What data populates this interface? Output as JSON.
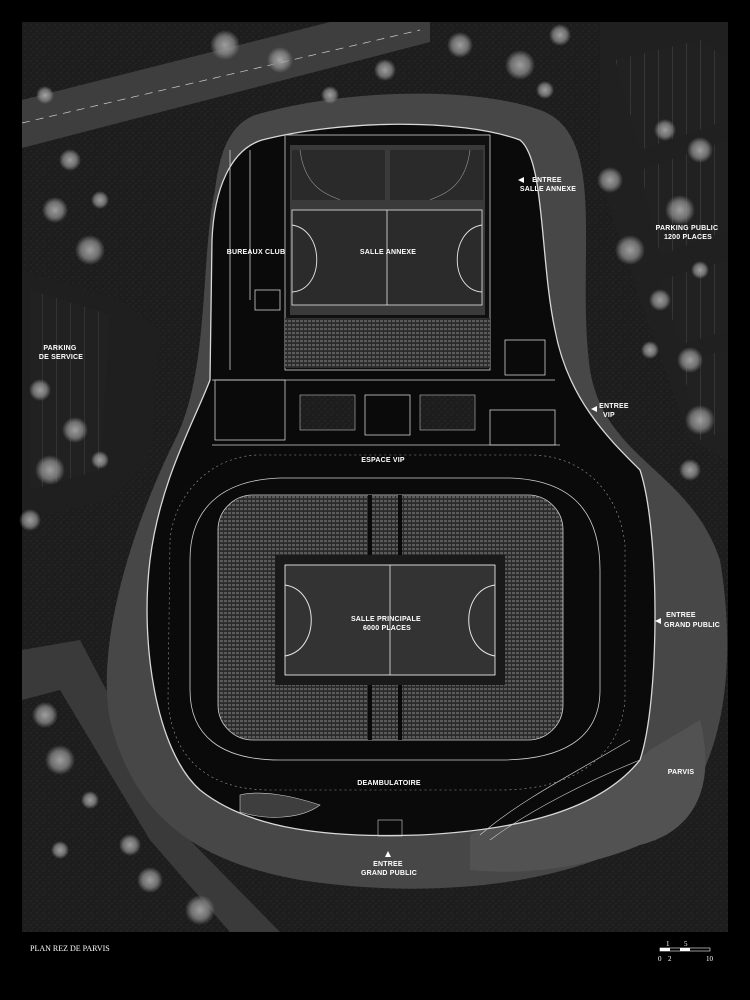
{
  "labels": {
    "entree_annexe": [
      "ENTREE",
      "SALLE ANNEXE"
    ],
    "parking_public": [
      "PARKING PUBLIC",
      "1200 PLACES"
    ],
    "bureaux_club": "BUREAUX CLUB",
    "salle_annexe": "SALLE ANNEXE",
    "parking_service": [
      "PARKING",
      "DE SERVICE"
    ],
    "entree_vip": [
      "ENTREE",
      "VIP"
    ],
    "espace_vip": "ESPACE VIP",
    "salle_principale": [
      "SALLE PRINCIPALE",
      "6000 PLACES"
    ],
    "entree_grand_public_east": [
      "ENTREE",
      "GRAND PUBLIC"
    ],
    "parvis": "PARVIS",
    "deambulatoire": "DEAMBULATOIRE",
    "entree_grand_public_south": [
      "ENTREE",
      "GRAND PUBLIC"
    ]
  },
  "caption": "PLAN REZ DE PARVIS",
  "scale_bar": {
    "top_labels": [
      "1",
      "5"
    ],
    "bottom_labels": [
      "0",
      "2",
      "10"
    ]
  },
  "colors": {
    "background": "#000000",
    "ground": "#262626",
    "road": "#4a4a4a",
    "court": "#3a3a3a",
    "line": "#e8e8e8"
  }
}
